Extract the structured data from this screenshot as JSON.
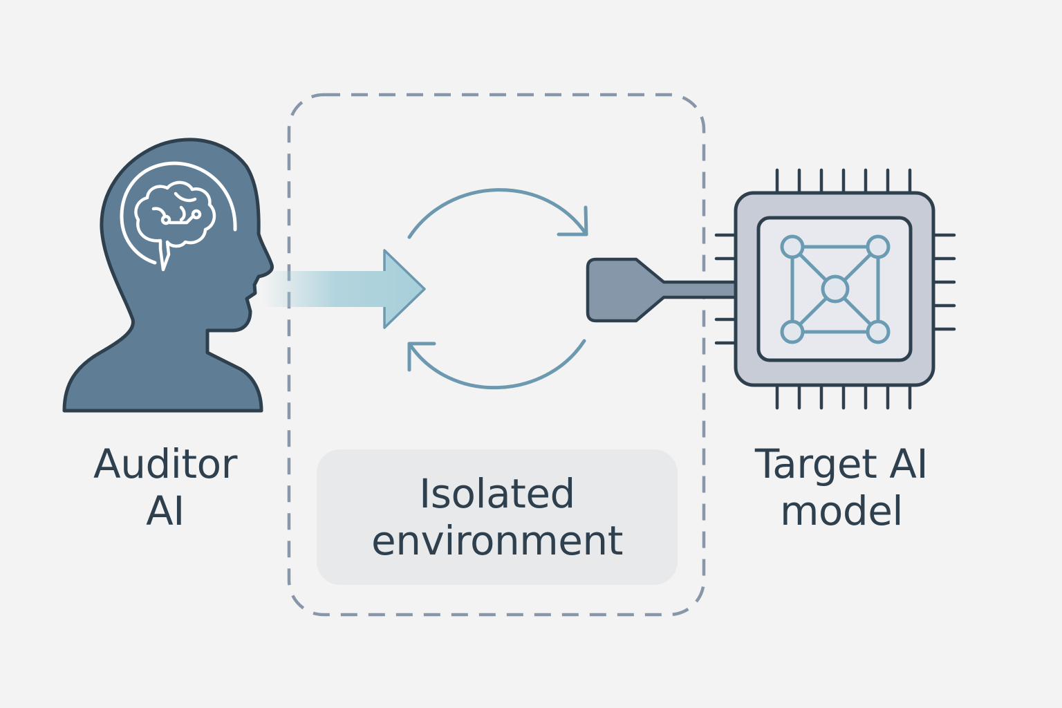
{
  "colors": {
    "background": "#f3f3f3",
    "dark_outline": "#2e3f4e",
    "head_fill": "#5f7e95",
    "dashed_border": "#8796a8",
    "cycle_arrow": "#6d99b0",
    "input_arrow": "#a7cfda",
    "chip_body": "#c7ccd6",
    "chip_die": "#e7e9ee",
    "network": "#6b9bb2",
    "connector": "#8797aa",
    "label_panel": "#e8e9eb",
    "text": "#2e3f4e"
  },
  "icons": {
    "auditor": "head-with-brain-icon",
    "loop": "cycle-arrows-icon",
    "input": "right-arrow-icon",
    "probe": "probe-connector-icon",
    "target": "microchip-network-icon"
  },
  "auditor": {
    "label_line1": "Auditor",
    "label_line2": "AI"
  },
  "environment": {
    "label_line1": "Isolated",
    "label_line2": "environment"
  },
  "target": {
    "label_line1": "Target AI",
    "label_line2": "model"
  }
}
